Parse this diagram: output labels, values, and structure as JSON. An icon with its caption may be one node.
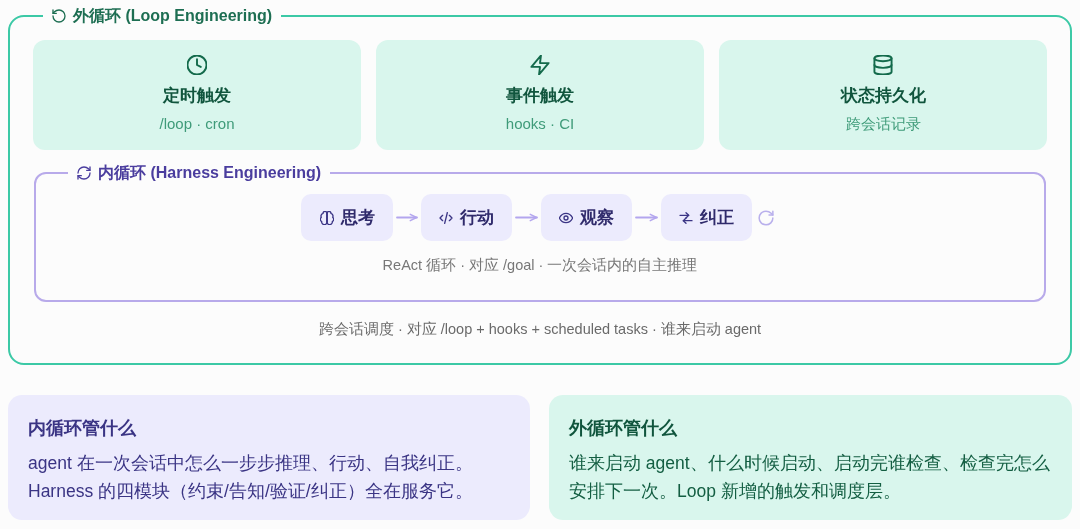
{
  "diagram": {
    "nodes": [
      {
        "text": [
          "外循环 (Loop Engineering)",
          "跨会话调度 · 对应 /loop + hooks + scheduled tasks · 谁来启动 agent"
        ]
      },
      {
        "text": [
          "定时触发",
          "/loop · cron"
        ],
        "in": 0
      },
      {
        "text": [
          "事件触发",
          "hooks · CI"
        ],
        "in": 0
      },
      {
        "text": [
          "状态持久化",
          "跨会话记录"
        ],
        "in": 0
      },
      {
        "text": [
          "内循环 (Harness Engineering)",
          "ReAct 循环 · 对应 /goal · 一次会话内的自主推理"
        ],
        "in": 0
      },
      {
        "text": [
          "思考"
        ],
        "in": 4
      },
      {
        "text": [
          "行动"
        ],
        "in": 4
      },
      {
        "text": [
          "观察"
        ],
        "in": 4
      },
      {
        "text": [
          "纠正"
        ],
        "in": 4
      },
      {
        "text": [
          "内循环管什么",
          "agent 在一次会话中怎么一步步推理、行动、自我纠正。Harness 的四模块（约束/告知/验证/纠正）全在服务它。"
        ]
      },
      {
        "text": [
          "外循环管什么",
          "谁来启动 agent、什么时候启动、启动完谁检查、检查完怎么安排下一次。Loop 新增的触发和调度层。"
        ]
      }
    ],
    "edges": [
      {
        "from": 5,
        "to": 6,
        "arrow": "to"
      },
      {
        "from": 6,
        "to": 7,
        "arrow": "to"
      },
      {
        "from": 7,
        "to": 8,
        "arrow": "to"
      }
    ]
  }
}
